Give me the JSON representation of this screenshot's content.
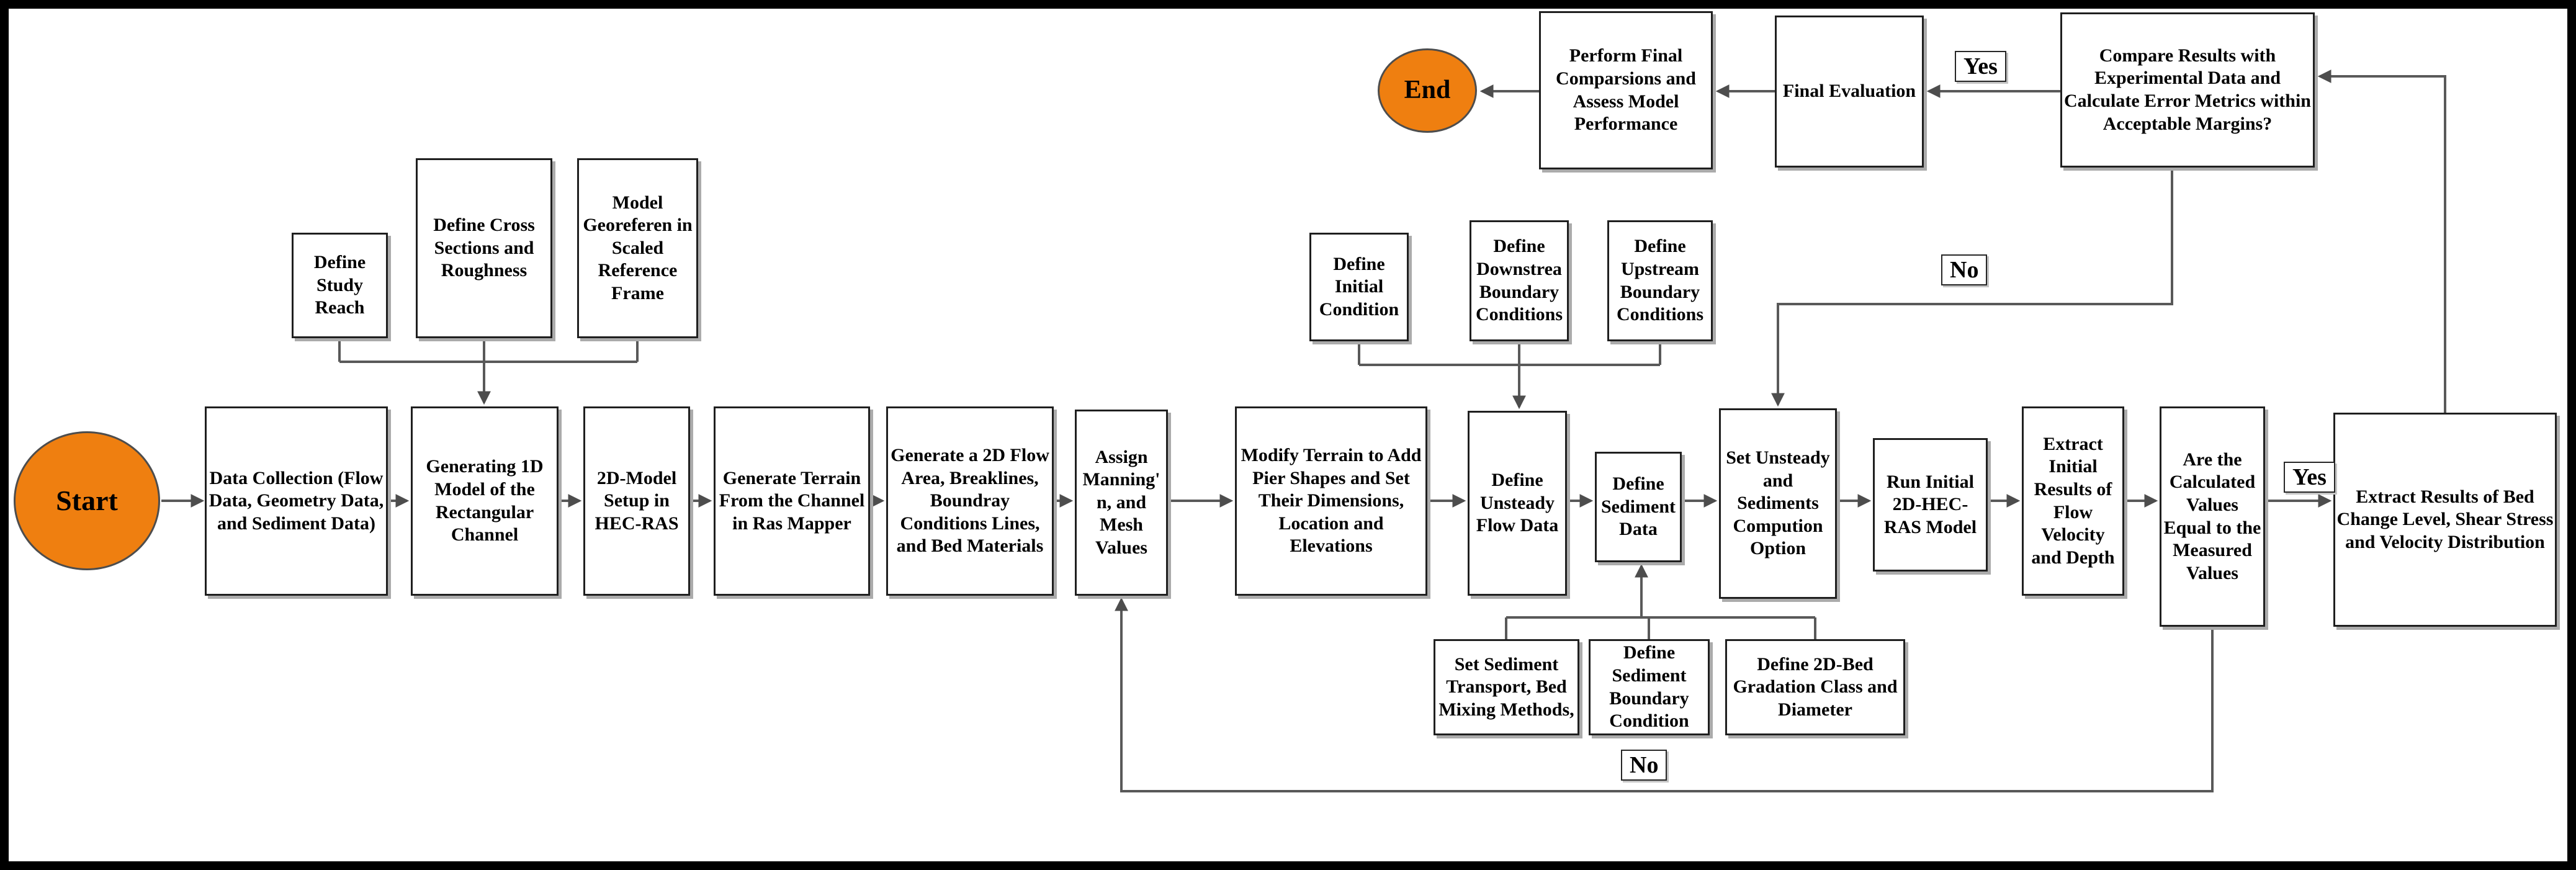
{
  "diagram": {
    "type": "flowchart",
    "description": "HEC-RAS 2D sediment model workflow flowchart",
    "colors": {
      "terminal_fill": "#EF7F10",
      "terminal_border": "#4d4d4d",
      "connector": "#595959",
      "box_border": "#1f1f1f",
      "box_fill": "#ffffff",
      "page_border": "#000000",
      "background": "#ffffff"
    },
    "nodes": {
      "start": {
        "label": "Start",
        "shape": "ellipse"
      },
      "data_collection": {
        "label": "Data Collection (Flow Data, Geometry Data, and Sediment Data)",
        "shape": "rect"
      },
      "generating_1d": {
        "label": "Generating 1D Model of the Rectangular Channel",
        "shape": "rect"
      },
      "model_setup_2d": {
        "label": "2D-Model Setup in HEC-RAS",
        "shape": "rect"
      },
      "generate_terrain": {
        "label": "Generate Terrain From the Channel in Ras Mapper",
        "shape": "rect"
      },
      "generate_flow_area": {
        "label": "Generate a 2D Flow Area, Breaklines, Boundray Conditions Lines, and Bed Materials",
        "shape": "rect"
      },
      "assign_manning": {
        "label": "Assign Manning' n, and Mesh Values",
        "shape": "rect"
      },
      "modify_terrain": {
        "label": "Modify Terrain to Add Pier Shapes and Set Their Dimensions, Location and Elevations",
        "shape": "rect"
      },
      "define_unsteady_flow": {
        "label": "Define Unsteady Flow Data",
        "shape": "rect"
      },
      "define_sediment_data": {
        "label": "Define Sediment Data",
        "shape": "rect"
      },
      "set_unsteady_sediments": {
        "label": "Set Unsteady and Sediments Compution Option",
        "shape": "rect"
      },
      "run_initial_model": {
        "label": "Run Initial 2D-HEC-RAS Model",
        "shape": "rect"
      },
      "extract_initial_results": {
        "label": "Extract Initial Results of Flow Velocity and Depth",
        "shape": "rect"
      },
      "are_values_equal": {
        "label": "Are the Calculated Values Equal to the Measured Values",
        "shape": "rect"
      },
      "extract_results_bed": {
        "label": "Extract Results of Bed Change Level, Shear Stress and Velocity Distribution",
        "shape": "rect"
      },
      "define_study_reach": {
        "label": "Define Study Reach",
        "shape": "rect"
      },
      "define_cross_sections": {
        "label": "Define Cross Sections and Roughness",
        "shape": "rect"
      },
      "model_georeference": {
        "label": "Model Georeferen in Scaled Reference Frame",
        "shape": "rect"
      },
      "define_initial_condition": {
        "label": "Define Initial Condition",
        "shape": "rect"
      },
      "define_downstream_boundary": {
        "label": "Define Downstrea Boundary Conditions",
        "shape": "rect"
      },
      "define_upstream_boundary": {
        "label": "Define Upstream Boundary Conditions",
        "shape": "rect"
      },
      "set_sediment_transport": {
        "label": "Set Sediment Transport, Bed Mixing Methods,",
        "shape": "rect"
      },
      "define_sediment_boundary": {
        "label": "Define Sediment Boundary Condition",
        "shape": "rect"
      },
      "define_2d_bed_gradation": {
        "label": "Define 2D-Bed Gradation Class and Diameter",
        "shape": "rect"
      },
      "perform_final_comparisons": {
        "label": "Perform Final Comparsions and Assess Model Performance",
        "shape": "rect"
      },
      "final_evaluation": {
        "label": "Final Evaluation",
        "shape": "rect"
      },
      "compare_results": {
        "label": "Compare Results with Experimental Data and Calculate Error Metrics within Acceptable Margins?",
        "shape": "rect"
      },
      "end": {
        "label": "End",
        "shape": "ellipse"
      }
    },
    "edge_labels": {
      "yes_to_final_evaluation": "Yes",
      "no_to_set_unsteady": "No",
      "yes_to_extract_results": "Yes",
      "no_to_assign_manning": "No"
    }
  }
}
